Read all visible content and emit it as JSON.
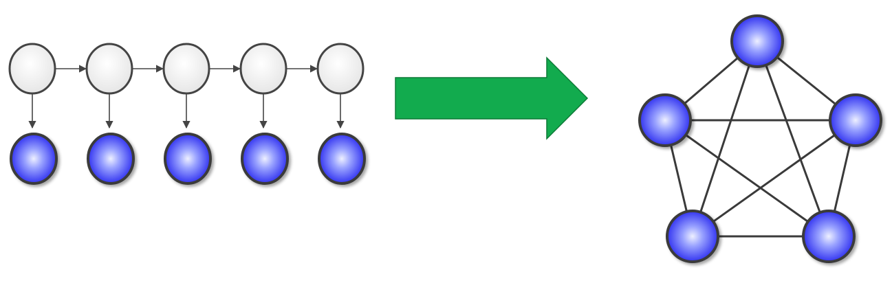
{
  "diagram": {
    "chain": {
      "hidden_count": 5,
      "observed_count": 5,
      "hidden_fill": "#f3f3f3",
      "observed_fill_center": "#e6e9ff",
      "observed_fill_edge": "#2525f0",
      "node_stroke": "#444444",
      "edge_color": "#444444"
    },
    "transition_arrow": {
      "direction": "right",
      "fill": "#12ab4e",
      "stroke": "#0c7a36"
    },
    "complete_graph": {
      "node_count": 5,
      "edges": [
        [
          0,
          1
        ],
        [
          0,
          2
        ],
        [
          0,
          3
        ],
        [
          0,
          4
        ],
        [
          1,
          2
        ],
        [
          1,
          3
        ],
        [
          1,
          4
        ],
        [
          2,
          3
        ],
        [
          2,
          4
        ],
        [
          3,
          4
        ]
      ],
      "edge_color": "#3a3a3a"
    }
  }
}
